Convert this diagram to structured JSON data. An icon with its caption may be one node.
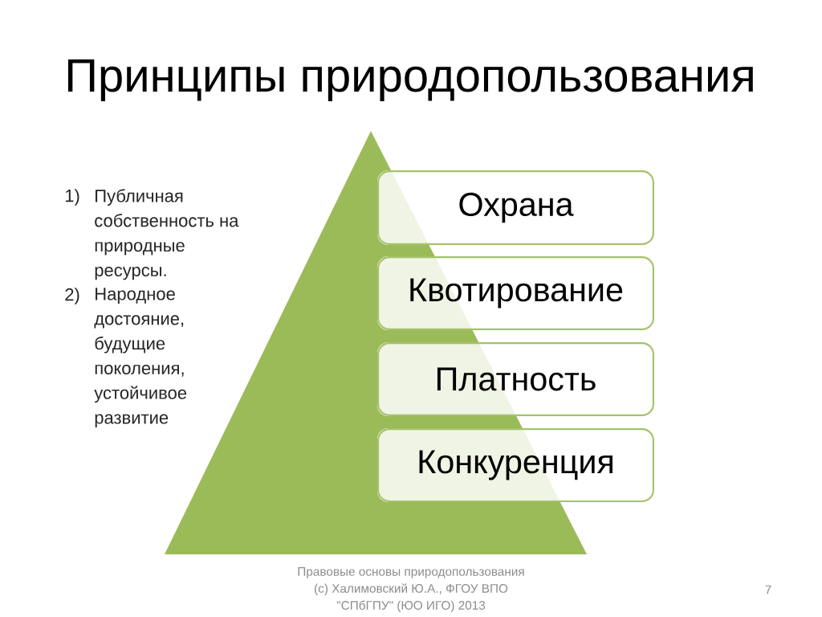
{
  "diagram": {
    "title": "Принципы природопользования",
    "nodes": [
      {
        "text": [
          "Охрана"
        ]
      },
      {
        "text": [
          "Квотирование"
        ]
      },
      {
        "text": [
          "Платность"
        ]
      },
      {
        "text": [
          "Конкуренция"
        ]
      }
    ],
    "labels": [
      "1)",
      "Публичная собственность на природные ресурсы.",
      "2)",
      "Народное достояние, будущие поколения, устойчивое развитие",
      "Правовые основы природопользования (с) Халимовский Ю.А., ФГОУ ВПО \"СПбГПУ\" (ЮО ИГО) 2013",
      "7"
    ]
  }
}
